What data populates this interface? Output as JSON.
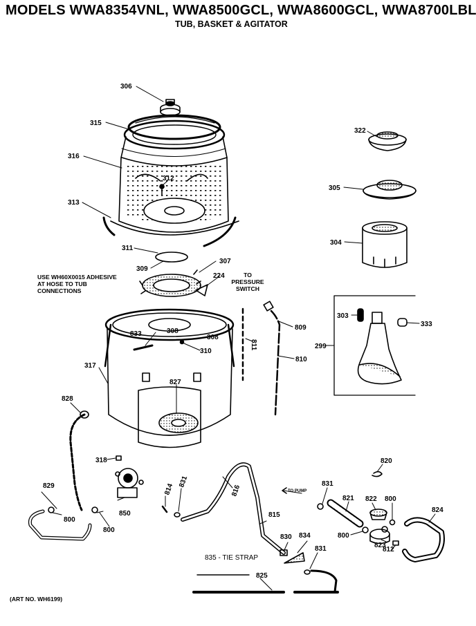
{
  "header": {
    "title": "MODELS WWA8354VNL, WWA8500GCL, WWA8600GCL, WWA8700LBL",
    "subtitle": "TUB, BASKET & AGITATOR"
  },
  "notes": {
    "adhesive_lines": [
      "USE WH60X0015 ADHESIVE",
      "AT HOSE TO TUB",
      "CONNECTIONS"
    ],
    "pressure_switch_lines": [
      "TO",
      "PRESSURE",
      "SWITCH"
    ],
    "to_pump": "TO PUMP",
    "tie_strap": "835 - TIE STRAP",
    "art_no": "(ART NO. WH6199)"
  },
  "part_labels": [
    {
      "id": "306",
      "text": "306"
    },
    {
      "id": "315",
      "text": "315"
    },
    {
      "id": "316",
      "text": "316"
    },
    {
      "id": "312",
      "text": "312"
    },
    {
      "id": "313",
      "text": "313"
    },
    {
      "id": "311",
      "text": "311"
    },
    {
      "id": "309",
      "text": "309"
    },
    {
      "id": "307",
      "text": "307"
    },
    {
      "id": "224",
      "text": "224"
    },
    {
      "id": "308a",
      "text": "308"
    },
    {
      "id": "308b",
      "text": "308"
    },
    {
      "id": "833",
      "text": "833"
    },
    {
      "id": "310",
      "text": "310"
    },
    {
      "id": "317",
      "text": "317"
    },
    {
      "id": "827",
      "text": "827"
    },
    {
      "id": "811",
      "text": "811"
    },
    {
      "id": "809",
      "text": "809"
    },
    {
      "id": "810",
      "text": "810"
    },
    {
      "id": "322",
      "text": "322"
    },
    {
      "id": "305",
      "text": "305"
    },
    {
      "id": "304",
      "text": "304"
    },
    {
      "id": "303",
      "text": "303"
    },
    {
      "id": "333",
      "text": "333"
    },
    {
      "id": "299",
      "text": "299"
    },
    {
      "id": "828",
      "text": "828"
    },
    {
      "id": "318",
      "text": "318"
    },
    {
      "id": "829",
      "text": "829"
    },
    {
      "id": "800a",
      "text": "800"
    },
    {
      "id": "800b",
      "text": "800"
    },
    {
      "id": "850",
      "text": "850"
    },
    {
      "id": "814",
      "text": "814"
    },
    {
      "id": "831a",
      "text": "831"
    },
    {
      "id": "816",
      "text": "816"
    },
    {
      "id": "815",
      "text": "815"
    },
    {
      "id": "830",
      "text": "830"
    },
    {
      "id": "834",
      "text": "834"
    },
    {
      "id": "831b",
      "text": "831"
    },
    {
      "id": "825",
      "text": "825"
    },
    {
      "id": "831c",
      "text": "831"
    },
    {
      "id": "821",
      "text": "821"
    },
    {
      "id": "822",
      "text": "822"
    },
    {
      "id": "800c",
      "text": "800"
    },
    {
      "id": "800d",
      "text": "800"
    },
    {
      "id": "823",
      "text": "823"
    },
    {
      "id": "812",
      "text": "812"
    },
    {
      "id": "820",
      "text": "820"
    },
    {
      "id": "824",
      "text": "824"
    }
  ]
}
